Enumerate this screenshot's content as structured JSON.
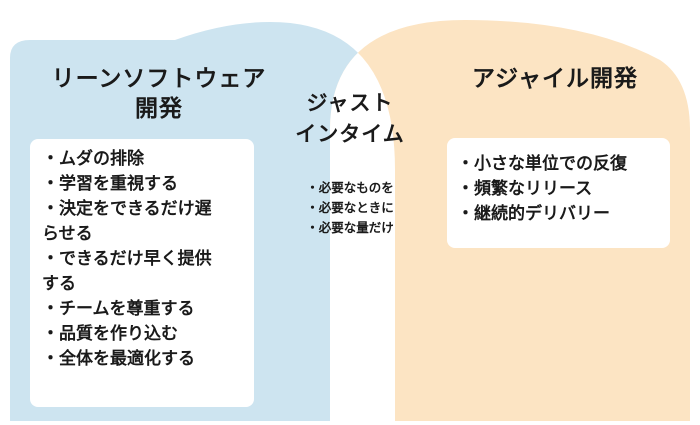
{
  "colors": {
    "lean_fill": "#cde4f0",
    "agile_fill": "#fce4c3",
    "overlap_fill": "#ffffff",
    "box_fill": "#ffffff",
    "text": "#1a1a1a"
  },
  "lean": {
    "title_line1": "リーンソフトウェア",
    "title_line2": "開発",
    "items": [
      "・ムダの排除",
      "・学習を重視する",
      "・決定をできるだけ遅",
      "らせる",
      "・できるだけ早く提供",
      "する",
      "・チームを尊重する",
      "・品質を作り込む",
      "・全体を最適化する"
    ]
  },
  "center": {
    "title_line1": "ジャスト",
    "title_line2": "インタイム",
    "items": [
      "・必要なものを",
      "・必要なときに",
      "・必要な量だけ"
    ]
  },
  "agile": {
    "title": "アジャイル開発",
    "items": [
      "・小さな単位での反復",
      "・頻繁なリリース",
      "・継続的デリバリー"
    ]
  }
}
